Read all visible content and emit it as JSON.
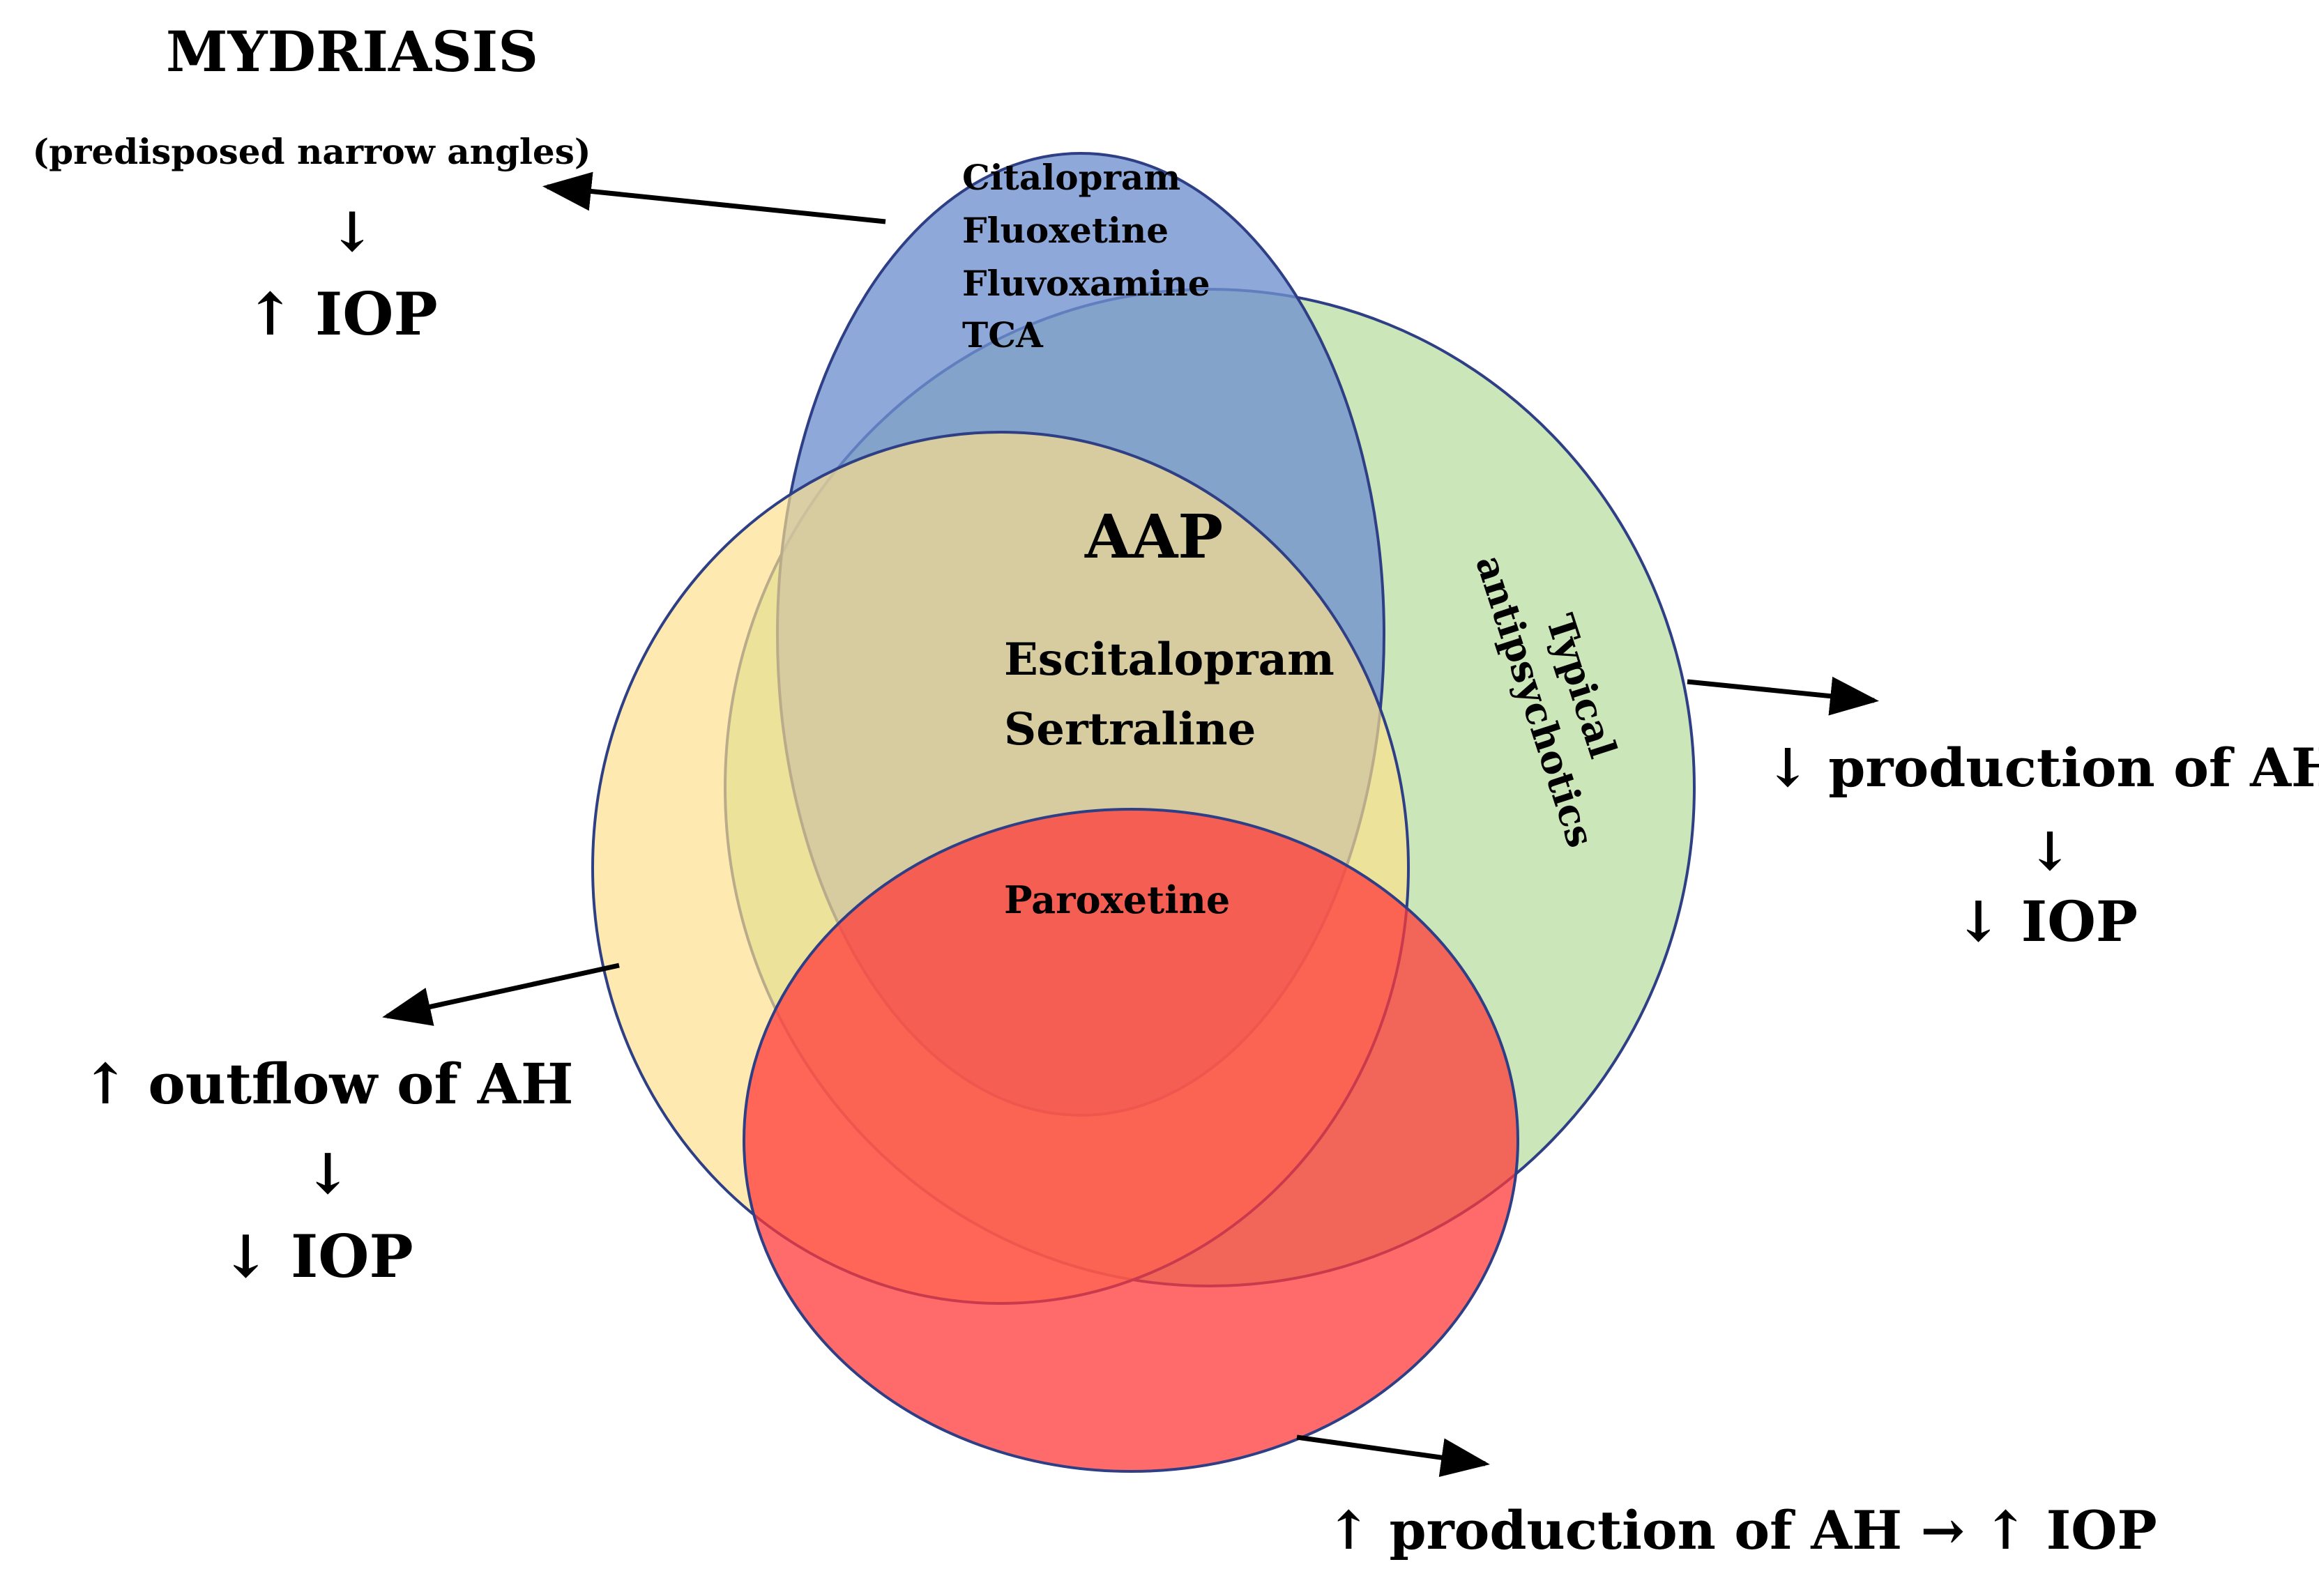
{
  "colors": {
    "blue_fill": "#6f8fd0",
    "green_fill": "#bfe0a8",
    "yellow_fill": "#fde08c",
    "red_fill": "#ff3a3a",
    "outline": "#2e3f86",
    "arrow": "#000000"
  },
  "sets": {
    "blue_list": [
      "Citalopram",
      "Fluoxetine",
      "Fluvoxamine",
      "TCA"
    ],
    "green_label": [
      "Typical",
      "antipsychotics"
    ],
    "center_title": "AAP",
    "center_list": [
      "Escitalopram",
      "Sertraline"
    ],
    "red_center": "Paroxetine"
  },
  "effects": {
    "mydriasis": {
      "title": "MYDRIASIS",
      "subtitle": "(predisposed narrow angles)",
      "arrow": "↓",
      "result": "↑ IOP"
    },
    "production_down": {
      "title": "↓ production of AH",
      "arrow": "↓",
      "result": "↓ IOP"
    },
    "outflow_up": {
      "title": "↑ outflow of AH",
      "arrow": "↓",
      "result": "↓ IOP"
    },
    "production_up": {
      "title": "↑ production of AH → ↑ IOP"
    }
  }
}
